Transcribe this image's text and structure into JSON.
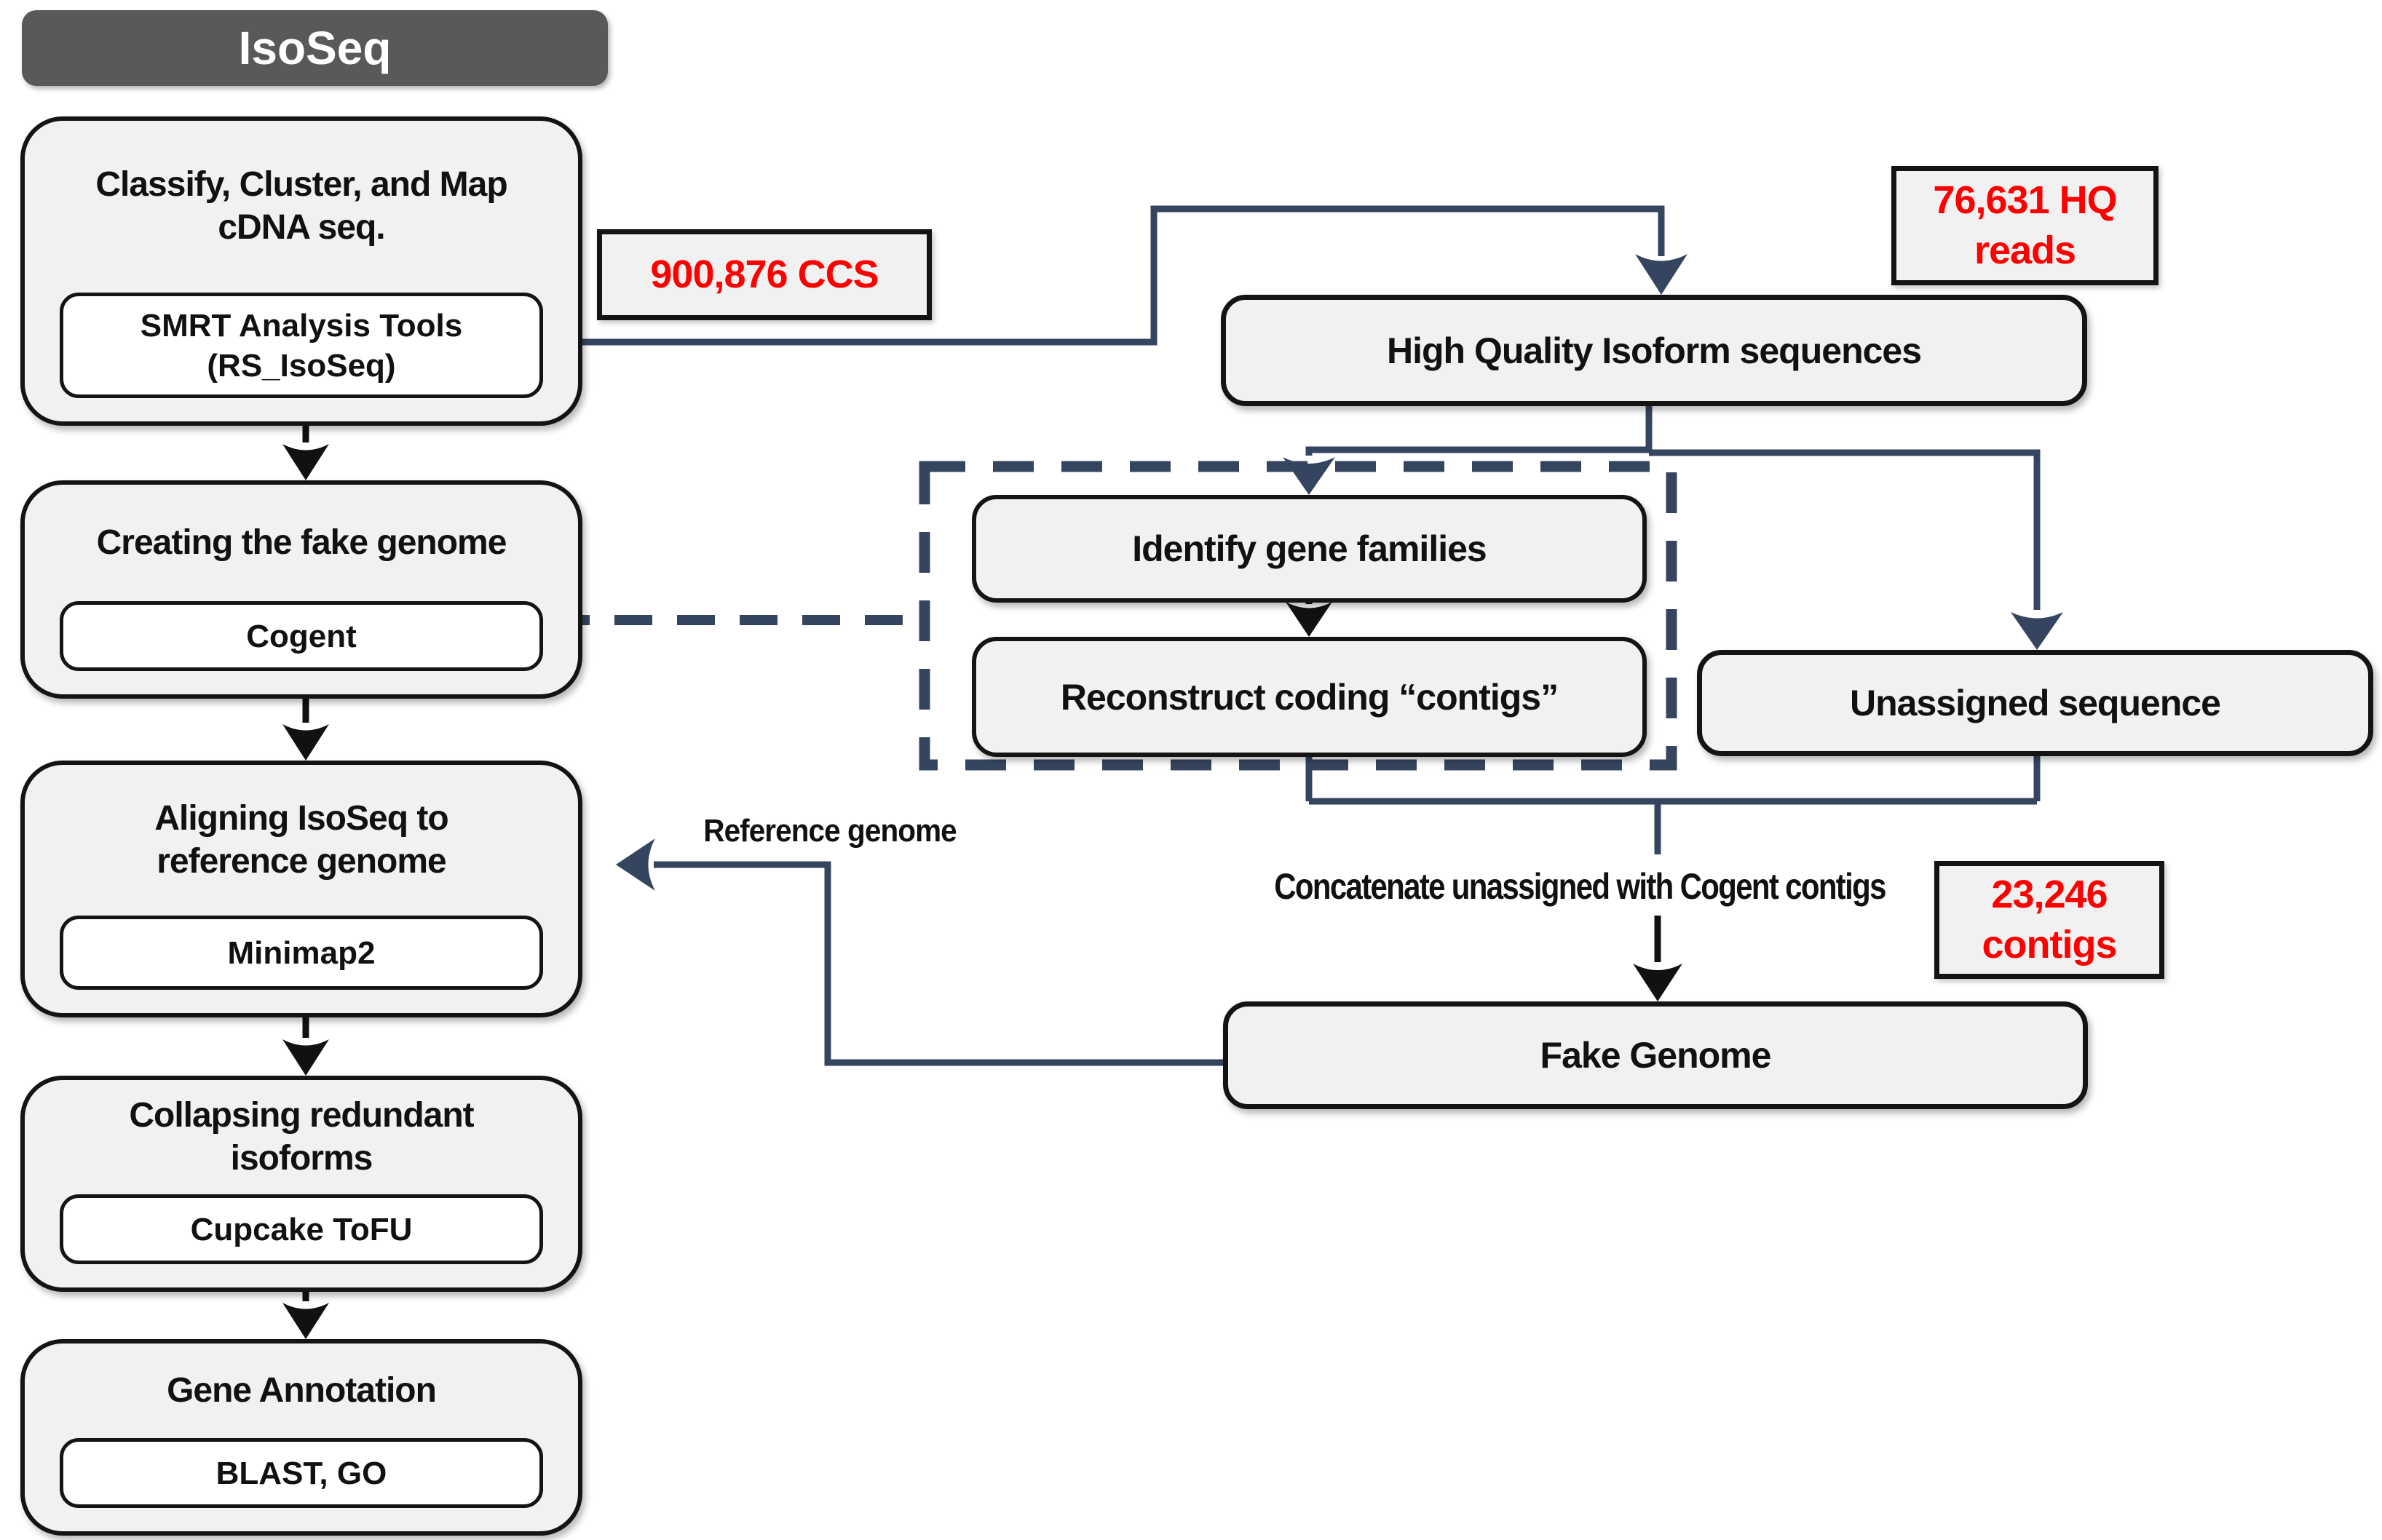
{
  "colors": {
    "slate": "#36455f",
    "red": "#fe0000",
    "fill": "#f1f1f1",
    "header-fill": "#595959"
  },
  "header": {
    "title": "IsoSeq"
  },
  "pipeline": {
    "steps": [
      {
        "title": "Classify, Cluster, and Map\ncDNA seq.",
        "tool": "SMRT Analysis Tools\n(RS_IsoSeq)"
      },
      {
        "title": "Creating the fake genome",
        "tool": "Cogent"
      },
      {
        "title": "Aligning IsoSeq to\nreference genome",
        "tool": "Minimap2"
      },
      {
        "title": "Collapsing redundant\nisoforms",
        "tool": "Cupcake ToFU"
      },
      {
        "title": "Gene Annotation",
        "tool": "BLAST, GO"
      }
    ]
  },
  "nodes": {
    "high_quality": "High Quality Isoform sequences",
    "identify": "Identify gene families",
    "reconstruct": "Reconstruct coding “contigs”",
    "unassigned": "Unassigned sequence",
    "fake_genome": "Fake Genome"
  },
  "counts": {
    "ccs": "900,876 CCS",
    "hq_reads": "76,631 HQ\nreads",
    "contigs": "23,246\ncontigs"
  },
  "annotations": {
    "concatenate": "Concatenate unassigned with Cogent contigs",
    "reference": "Reference genome"
  }
}
